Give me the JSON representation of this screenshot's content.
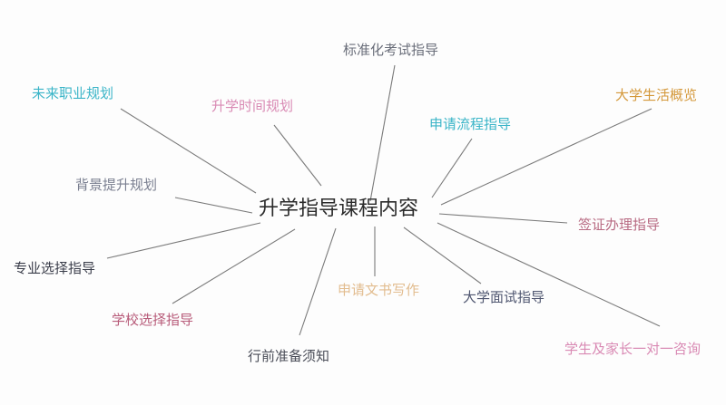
{
  "center": "升学指导课程内容",
  "branches": [
    {
      "label": "标准化考试指导",
      "color": "#6a6e7a"
    },
    {
      "label": "未来职业规划",
      "color": "#3bb5c8"
    },
    {
      "label": "升学时间规划",
      "color": "#d98ab4"
    },
    {
      "label": "申请流程指导",
      "color": "#3bb5c8"
    },
    {
      "label": "大学生活概览",
      "color": "#d4983a"
    },
    {
      "label": "背景提升规划",
      "color": "#7a7f90"
    },
    {
      "label": "签证办理指导",
      "color": "#b86a82"
    },
    {
      "label": "专业选择指导",
      "color": "#3a3d4a"
    },
    {
      "label": "申请文书写作",
      "color": "#e2bc8e"
    },
    {
      "label": "大学面试指导",
      "color": "#4f5670"
    },
    {
      "label": "学校选择指导",
      "color": "#b85c7a"
    },
    {
      "label": "行前准备须知",
      "color": "#4a4d58"
    },
    {
      "label": "学生及家长一对一咨询",
      "color": "#d98ab4"
    }
  ]
}
